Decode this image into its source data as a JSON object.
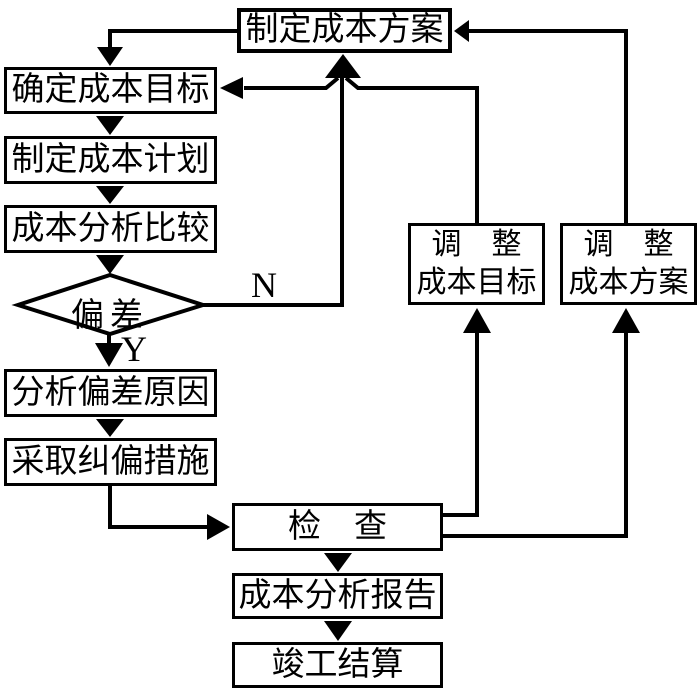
{
  "diagram": {
    "type": "flowchart",
    "nodes": {
      "make_plan": "制定成本方案",
      "set_target": "确定成本目标",
      "make_cost_plan": "制定成本计划",
      "cost_compare": "成本分析比较",
      "deviation": "偏差",
      "analyze_cause": "分析偏差原因",
      "corrective": "采取纠偏措施",
      "check": "检　查",
      "report": "成本分析报告",
      "settlement": "竣工结算",
      "adjust_target_line1": "调　整",
      "adjust_target_line2": "成本目标",
      "adjust_plan_line1": "调　整",
      "adjust_plan_line2": "成本方案"
    },
    "branch_labels": {
      "no": "N",
      "yes": "Y"
    }
  }
}
